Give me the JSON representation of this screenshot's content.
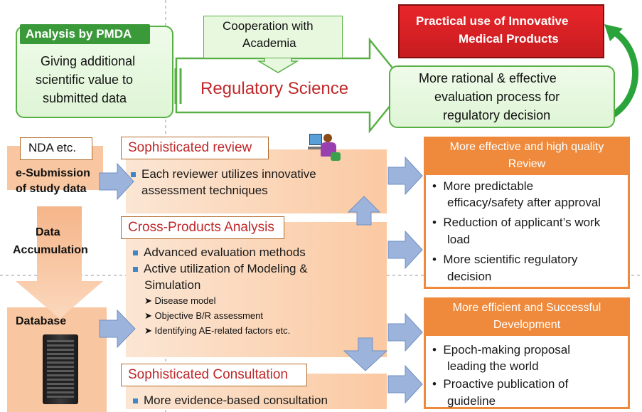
{
  "top": {
    "analysis_header": "Analysis by PMDA",
    "analysis_text": [
      "Giving additional",
      "scientific value to",
      "submitted data"
    ],
    "cooperation": [
      "Cooperation with",
      "Academia"
    ],
    "regulatory_science": "Regulatory Science",
    "practical_use": [
      "Practical use of Innovative",
      "Medical Products"
    ],
    "rational": [
      "More rational & effective",
      "evaluation process for",
      "regulatory decision"
    ]
  },
  "left": {
    "nda": "NDA etc.",
    "esub": [
      "e-Submission",
      "of study data"
    ],
    "data_accum": [
      "Data",
      "Accumulation"
    ],
    "database": "Database"
  },
  "middle": {
    "review_title": "Sophisticated review",
    "review_bullets": [
      "Each reviewer utilizes innovative",
      "assessment  techniques"
    ],
    "cross_title": "Cross-Products Analysis",
    "cross_bullets": [
      "Advanced evaluation methods",
      "Active utilization of Modeling &",
      "Simulation"
    ],
    "cross_sub": [
      "Disease model",
      "Objective B/R assessment",
      "Identifying AE-related factors   etc."
    ],
    "consult_title": "Sophisticated Consultation",
    "consult_bullets": [
      "More evidence-based consultation"
    ]
  },
  "right": {
    "review_head": [
      "More effective and high quality",
      "Review"
    ],
    "review_items": [
      [
        "More predictable",
        "efficacy/safety after approval"
      ],
      [
        "Reduction of applicant’s work",
        "load"
      ],
      [
        "More scientific regulatory",
        "decision"
      ]
    ],
    "dev_head": [
      "More efficient and Successful",
      "Development"
    ],
    "dev_items": [
      [
        "Epoch-making proposal",
        "leading the world"
      ],
      [
        "Proactive publication of",
        "guideline"
      ]
    ]
  },
  "colors": {
    "green": "#58b045",
    "red_title": "#c0282a",
    "orange": "#ef8a3c",
    "arrow_blue": "#9cb4dc"
  },
  "icons": [
    "person-at-computer-icon",
    "server-rack-icon"
  ]
}
